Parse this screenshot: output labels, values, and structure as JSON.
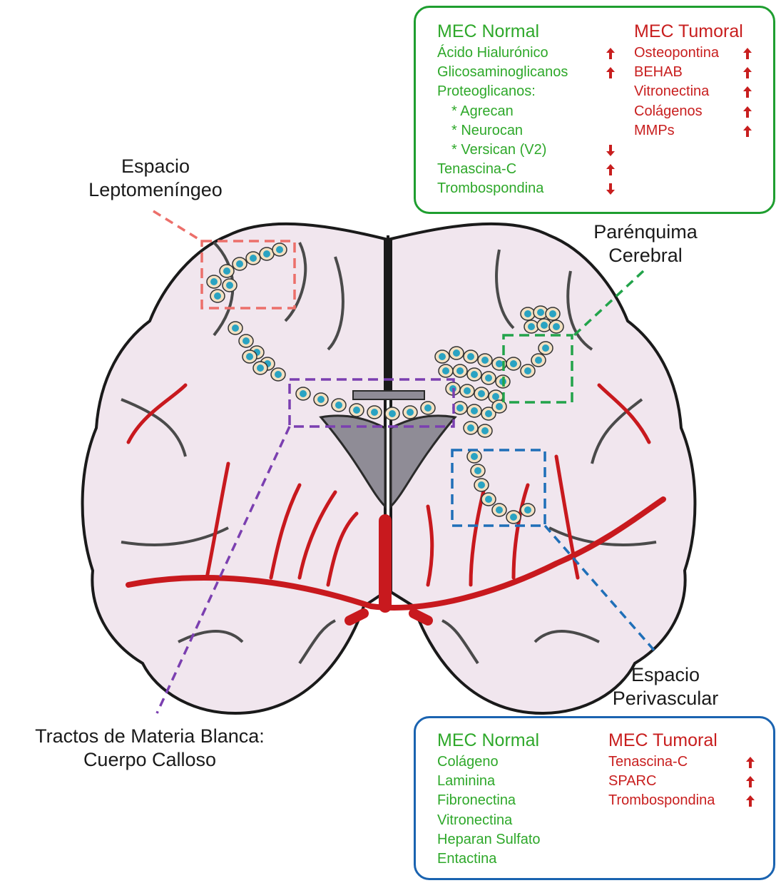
{
  "labels": {
    "leptomeningeo": [
      "Espacio",
      "Leptomeníngeo"
    ],
    "parenquima": [
      "Parénquima",
      "Cerebral"
    ],
    "perivascular": [
      "Espacio",
      "Perivascular"
    ],
    "materia_blanca": [
      "Tractos de Materia Blanca:",
      "Cuerpo Calloso"
    ]
  },
  "box_parenquima": {
    "normal": {
      "title": "MEC Normal",
      "items": [
        {
          "text": "Ácido Hialurónico",
          "change": "up"
        },
        {
          "text": "Glicosaminoglicanos",
          "change": "up"
        },
        {
          "text": "Proteoglicanos:",
          "change": ""
        },
        {
          "text": "* Agrecan",
          "change": ""
        },
        {
          "text": "* Neurocan",
          "change": ""
        },
        {
          "text": "* Versican (V2)",
          "change": "down"
        },
        {
          "text": "Tenascina-C",
          "change": "up"
        },
        {
          "text": "Trombospondina",
          "change": "down"
        }
      ]
    },
    "tumoral": {
      "title": "MEC Tumoral",
      "items": [
        {
          "text": "Osteopontina",
          "change": "up"
        },
        {
          "text": "BEHAB",
          "change": "up"
        },
        {
          "text": "Vitronectina",
          "change": "up"
        },
        {
          "text": "Colágenos",
          "change": "up"
        },
        {
          "text": "MMPs",
          "change": "up"
        }
      ]
    }
  },
  "box_perivascular": {
    "normal": {
      "title": "MEC Normal",
      "items": [
        {
          "text": "Colágeno",
          "change": ""
        },
        {
          "text": "Laminina",
          "change": ""
        },
        {
          "text": "Fibronectina",
          "change": ""
        },
        {
          "text": "Vitronectina",
          "change": ""
        },
        {
          "text": "Heparan Sulfato",
          "change": ""
        },
        {
          "text": "Entactina",
          "change": ""
        }
      ]
    },
    "tumoral": {
      "title": "MEC Tumoral",
      "items": [
        {
          "text": "Tenascina-C",
          "change": "up"
        },
        {
          "text": "SPARC",
          "change": "up"
        },
        {
          "text": "Trombospondina",
          "change": "up"
        }
      ]
    }
  },
  "colors": {
    "normal_text": "#2ea82a",
    "tumoral_text": "#c81e1e",
    "box_green": "#1e9e2f",
    "box_blue": "#1a63b0",
    "region_leptomeningeo": "#ec6f6a",
    "region_parenquima": "#22a34a",
    "region_materia_blanca": "#7b3fb0",
    "region_perivascular": "#1f6fb8",
    "vessel": "#c8191e",
    "tissue": "#f1e6ee",
    "cell_fill": "#f3e1c2",
    "cell_nucleus": "#2aa3c2"
  }
}
